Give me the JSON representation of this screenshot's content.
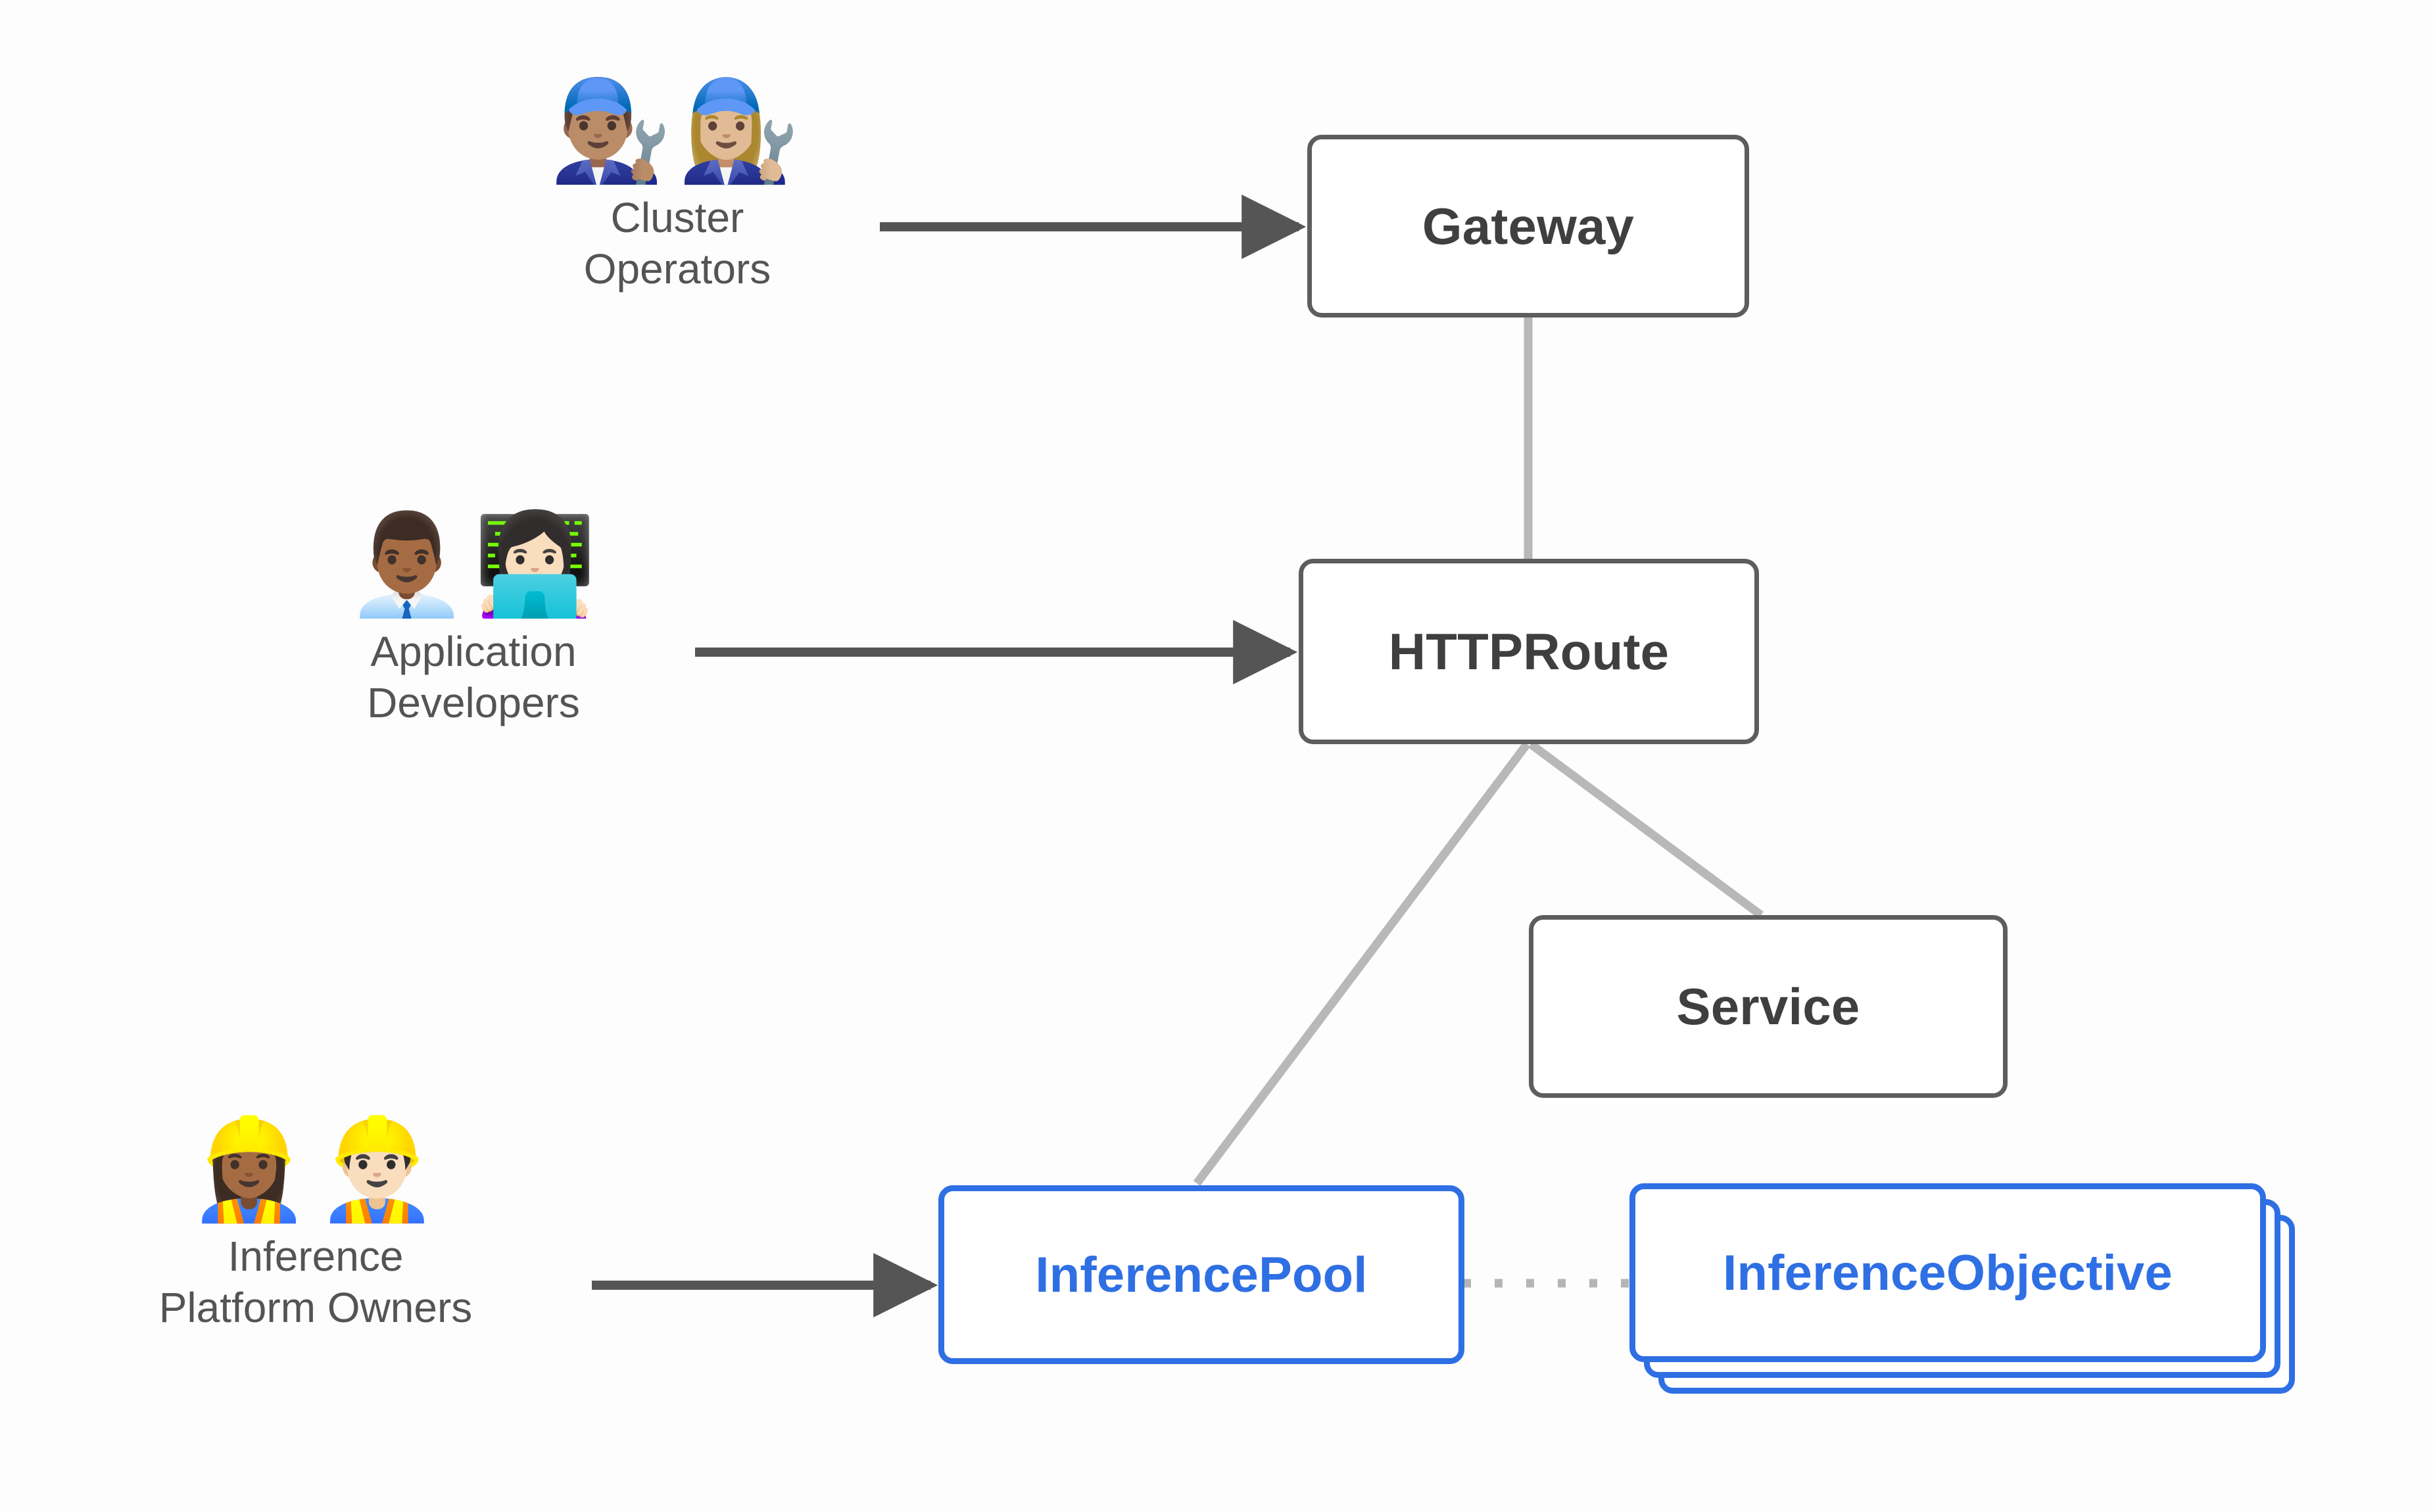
{
  "diagram": {
    "title": "Gateway API Inference Extension personas and resources",
    "colors": {
      "background": "#fdfdfd",
      "gray_border": "#5d5d5d",
      "gray_text": "#3f3f3f",
      "blue": "#2f6fe4",
      "label_text": "#545454",
      "arrow": "#555555",
      "edge_line": "#b8b8b8",
      "dotted": "#b5b5b5"
    }
  },
  "personas": [
    {
      "id": "cluster-operators",
      "label": "Cluster\nOperators",
      "emoji": "👨🏽‍🔧👩🏼‍🔧",
      "icon_names": [
        "man-mechanic-icon",
        "woman-mechanic-icon"
      ]
    },
    {
      "id": "application-developers",
      "label": "Application\nDevelopers",
      "emoji": "👨🏾‍💼👩🏻‍💻",
      "icon_names": [
        "man-office-worker-icon",
        "woman-technologist-icon"
      ]
    },
    {
      "id": "inference-platform-owners",
      "label": "Inference\nPlatform Owners",
      "emoji": "👷🏾‍♀️👷🏻‍♂️",
      "icon_names": [
        "woman-construction-worker-icon",
        "man-construction-worker-icon"
      ]
    }
  ],
  "nodes": [
    {
      "id": "gateway",
      "label": "Gateway",
      "style": "gray",
      "stacked": false
    },
    {
      "id": "httproute",
      "label": "HTTPRoute",
      "style": "gray",
      "stacked": false
    },
    {
      "id": "service",
      "label": "Service",
      "style": "gray",
      "stacked": false
    },
    {
      "id": "inferencepool",
      "label": "InferencePool",
      "style": "blue",
      "stacked": false
    },
    {
      "id": "inferenceobjective",
      "label": "InferenceObjective",
      "style": "blue",
      "stacked": true,
      "stack_count": 3
    }
  ],
  "edges": [
    {
      "id": "operators-to-gateway",
      "from": "cluster-operators",
      "to": "gateway",
      "kind": "arrow"
    },
    {
      "id": "developers-to-httproute",
      "from": "application-developers",
      "to": "httproute",
      "kind": "arrow"
    },
    {
      "id": "owners-to-inferencepool",
      "from": "inference-platform-owners",
      "to": "inferencepool",
      "kind": "arrow"
    },
    {
      "id": "gateway-to-httproute",
      "from": "gateway",
      "to": "httproute",
      "kind": "line"
    },
    {
      "id": "httproute-to-inferencepool",
      "from": "httproute",
      "to": "inferencepool",
      "kind": "line"
    },
    {
      "id": "httproute-to-service",
      "from": "httproute",
      "to": "service",
      "kind": "line"
    },
    {
      "id": "inferencepool-to-inferenceobjective",
      "from": "inferencepool",
      "to": "inferenceobjective",
      "kind": "dotted"
    }
  ]
}
